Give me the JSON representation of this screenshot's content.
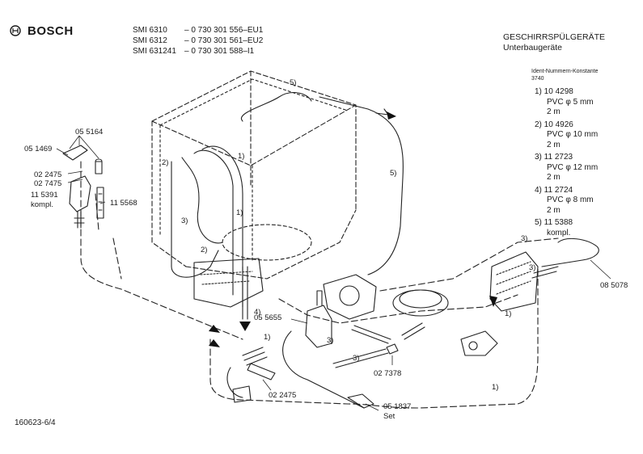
{
  "header": {
    "brand": "BOSCH",
    "models": [
      {
        "model": "SMI 6310",
        "number": "– 0 730 301 556–EU1"
      },
      {
        "model": "SMI 6312",
        "number": "– 0 730 301 561–EU2"
      },
      {
        "model": "SMI 631241",
        "number": "– 0 730 301 588–I1"
      }
    ],
    "title": "GESCHIRRSPÜLGERÄTE",
    "subtitle": "Unterbaugeräte"
  },
  "ident": {
    "label": "Ident-Nummern-Konstante",
    "value": "3740"
  },
  "parts": [
    {
      "line1": "1) 10 4298",
      "line2": "PVC φ 5 mm",
      "line3": "2 m"
    },
    {
      "line1": "2) 10 4926",
      "line2": "PVC φ 10 mm",
      "line3": "2 m"
    },
    {
      "line1": "3) 11 2723",
      "line2": "PVC φ 12 mm",
      "line3": "2 m"
    },
    {
      "line1": "4) 11 2724",
      "line2": "PVC φ 8 mm",
      "line3": "2 m"
    },
    {
      "line1": "5) 11 5388",
      "line2": "kompl.",
      "line3": ""
    }
  ],
  "callouts": {
    "c051469": "05 1469",
    "c055164": "05 5164",
    "c022475a": "02 2475",
    "c027475": "02 7475",
    "c115391": "11 5391",
    "kompl": "kompl.",
    "c115568": "11 5568",
    "c055655": "05 5655",
    "c027378": "02 7378",
    "c051837": "05 1837",
    "set": "Set",
    "c022475b": "02 2475",
    "c085078": "08 5078",
    "r1a": "1)",
    "r1b": "1)",
    "r1c": "1)",
    "r1d": "1)",
    "r1e": "1)",
    "r2a": "2)",
    "r2b": "2)",
    "r3a": "3)",
    "r3b": "3)",
    "r3c": "3)",
    "r3d": "3)",
    "r3e": "3)",
    "r4": "4)",
    "r5a": "5)",
    "r5b": "5)"
  },
  "footer": {
    "drawing_number": "160623-6/4"
  }
}
